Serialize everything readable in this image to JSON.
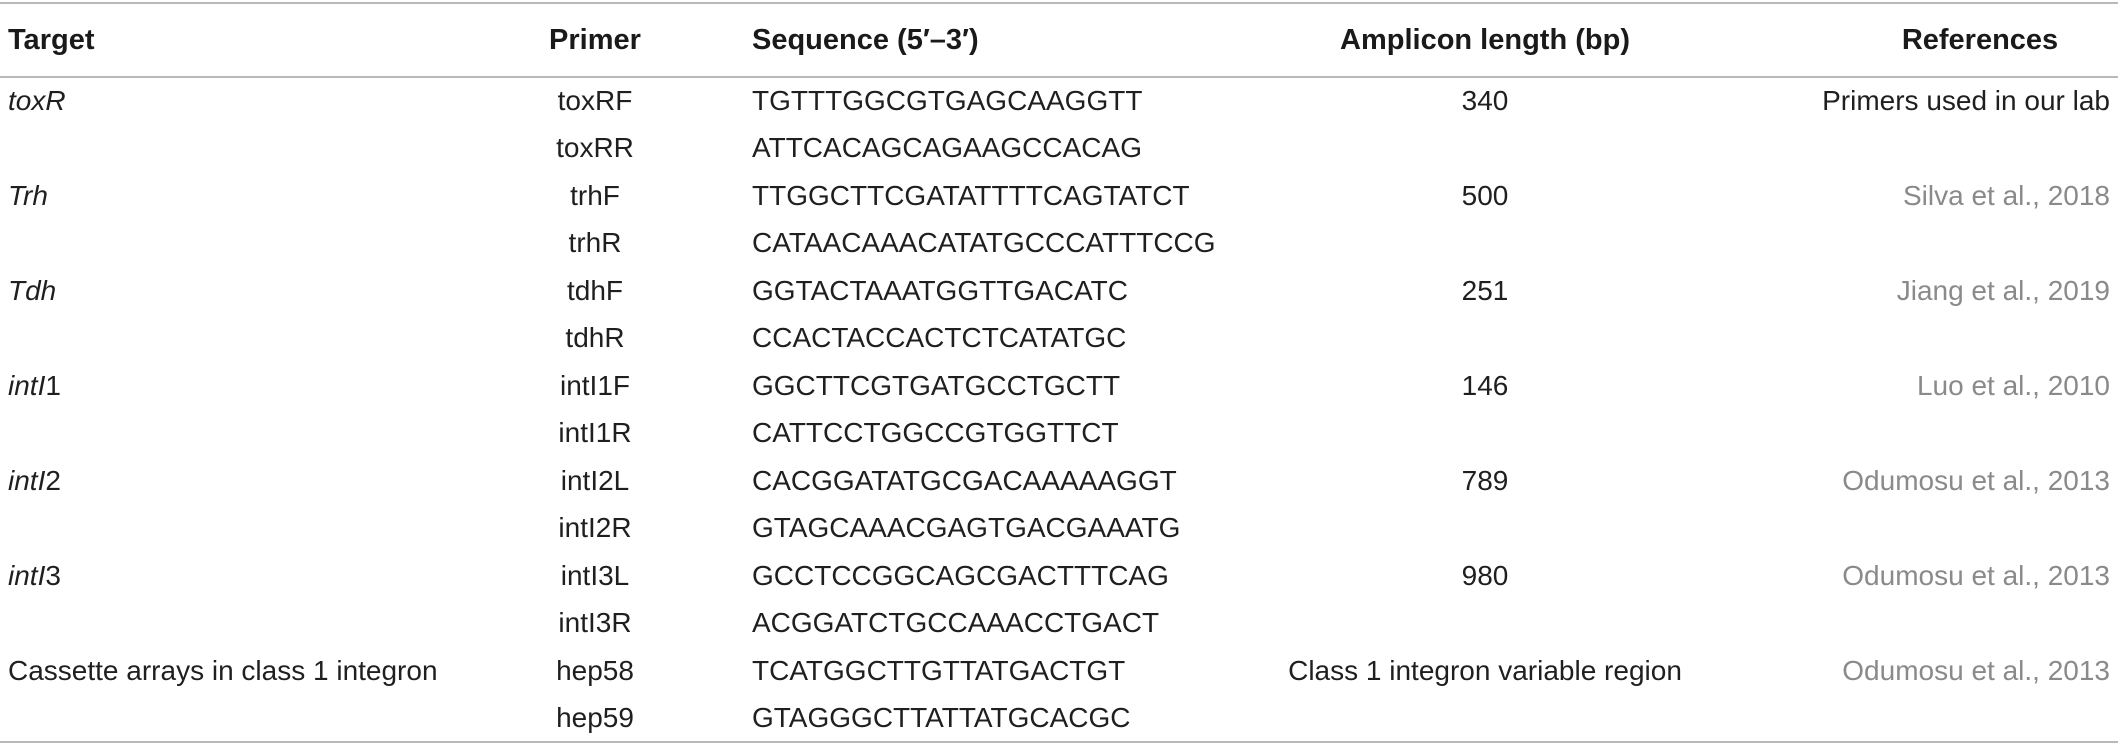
{
  "headers": {
    "target": "Target",
    "primer": "Primer",
    "sequence": "Sequence (5′–3′)",
    "amplicon": "Amplicon length (bp)",
    "references": "References"
  },
  "rows": [
    {
      "target_italic": "toxR",
      "target_plain": "",
      "primer": "toxRF",
      "sequence": "TGTTTGGCGTGAGCAAGGTT",
      "amplicon": "340",
      "reference": "Primers used in our lab"
    },
    {
      "target_italic": "",
      "target_plain": "",
      "primer": "toxRR",
      "sequence": "ATTCACAGCAGAAGCCACAG",
      "amplicon": "",
      "reference": ""
    },
    {
      "target_italic": "Trh",
      "target_plain": "",
      "primer": "trhF",
      "sequence": "TTGGCTTCGATATTTTCAGTATCT",
      "amplicon": "500",
      "reference": "Silva et al., 2018"
    },
    {
      "target_italic": "",
      "target_plain": "",
      "primer": "trhR",
      "sequence": "CATAACAAACATATGCCCATTTCCG",
      "amplicon": "",
      "reference": ""
    },
    {
      "target_italic": "Tdh",
      "target_plain": "",
      "primer": "tdhF",
      "sequence": "GGTACTAAATGGTTGACATC",
      "amplicon": "251",
      "reference": "Jiang et al., 2019"
    },
    {
      "target_italic": "",
      "target_plain": "",
      "primer": "tdhR",
      "sequence": "CCACTACCACTCTCATATGC",
      "amplicon": "",
      "reference": ""
    },
    {
      "target_italic": "intI",
      "target_plain": "1",
      "primer": "intI1F",
      "sequence": "GGCTTCGTGATGCCTGCTT",
      "amplicon": "146",
      "reference": "Luo et al., 2010"
    },
    {
      "target_italic": "",
      "target_plain": "",
      "primer": "intI1R",
      "sequence": "CATTCCTGGCCGTGGTTCT",
      "amplicon": "",
      "reference": ""
    },
    {
      "target_italic": "intI",
      "target_plain": "2",
      "primer": "intI2L",
      "sequence": "CACGGATATGCGACAAAAAGGT",
      "amplicon": "789",
      "reference": "Odumosu et al., 2013"
    },
    {
      "target_italic": "",
      "target_plain": "",
      "primer": "intI2R",
      "sequence": "GTAGCAAACGAGTGACGAAATG",
      "amplicon": "",
      "reference": ""
    },
    {
      "target_italic": "intI",
      "target_plain": "3",
      "primer": "intI3L",
      "sequence": "GCCTCCGGCAGCGACTTTCAG",
      "amplicon": "980",
      "reference": "Odumosu et al., 2013"
    },
    {
      "target_italic": "",
      "target_plain": "",
      "primer": "intI3R",
      "sequence": "ACGGATCTGCCAAACCTGACT",
      "amplicon": "",
      "reference": ""
    },
    {
      "target_italic": "",
      "target_plain": "Cassette arrays in class 1 integron",
      "primer": "hep58",
      "sequence": "TCATGGCTTGTTATGACTGT",
      "amplicon": "Class 1 integron variable region",
      "reference": "Odumosu et al., 2013"
    },
    {
      "target_italic": "",
      "target_plain": "",
      "primer": "hep59",
      "sequence": "GTAGGGCTTATTATGCACGC",
      "amplicon": "",
      "reference": ""
    }
  ],
  "colors": {
    "text": "#1f1f1f",
    "reference_link": "#8a8a8a",
    "rule": "#b9b9b9"
  }
}
